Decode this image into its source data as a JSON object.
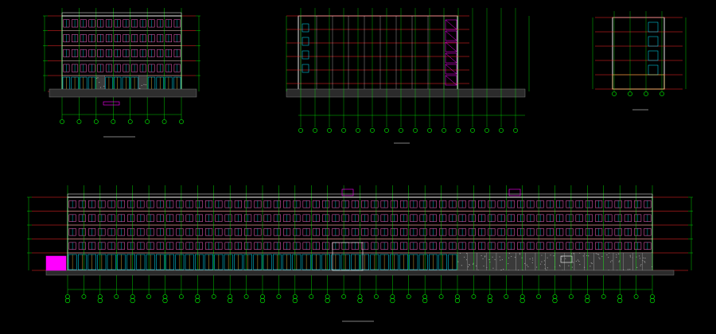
{
  "window": {
    "background": "#000000"
  },
  "colors": {
    "axis": "#00ff00",
    "level": "#ff2a2a",
    "outline": "#ffffff",
    "window": "#ff66cc",
    "glass": "#00e5ff",
    "frame": "#ffd24a",
    "stone": "#9a9a9a",
    "magenta": "#ff00ff",
    "dim": "#7a7a7a"
  },
  "drawings": [
    {
      "id": "front-elevation",
      "label": ""
    },
    {
      "id": "section-a",
      "label": ""
    },
    {
      "id": "section-b",
      "label": ""
    },
    {
      "id": "long-elevation",
      "label": ""
    }
  ]
}
